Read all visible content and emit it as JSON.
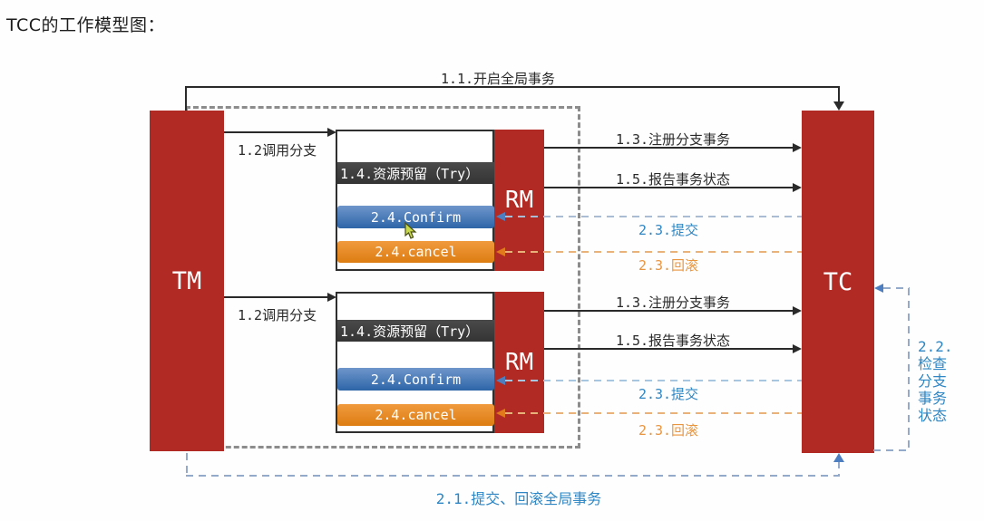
{
  "title": "TCC的工作模型图：",
  "nodes": {
    "tm": "TM",
    "tc": "TC"
  },
  "flows": {
    "open_global": "1.1.开启全局事务",
    "commit_rollback_global": "2.1.提交、回滚全局事务",
    "check_branch_status": "2.2.\n检查\n分支\n事务\n状态"
  },
  "branches": [
    {
      "call": "1.2调用分支",
      "rm": "RM",
      "try": "1.4.资源预留（Try）",
      "confirm": "2.4.Confirm",
      "cancel": "2.4.cancel",
      "register": "1.3.注册分支事务",
      "report": "1.5.报告事务状态",
      "commit": "2.3.提交",
      "rollback": "2.3.回滚"
    },
    {
      "call": "1.2调用分支",
      "rm": "RM",
      "try": "1.4.资源预留（Try）",
      "confirm": "2.4.Confirm",
      "cancel": "2.4.cancel",
      "register": "1.3.注册分支事务",
      "report": "1.5.报告事务状态",
      "commit": "2.3.提交",
      "rollback": "2.3.回滚"
    }
  ],
  "colors": {
    "node_red": "#b22a24",
    "try_bar_dark": "#3d3d3d",
    "confirm_blue": "#3b74b6",
    "cancel_orange": "#e8861f",
    "blue_text": "#2e86c4",
    "orange_text": "#e9953f",
    "solid_line": "#2a2a2a",
    "dashed_boundary_gray": "#8c8c8c",
    "dashed_blue_line": "#94aacb",
    "dashed_orange_line": "#eab27b"
  }
}
